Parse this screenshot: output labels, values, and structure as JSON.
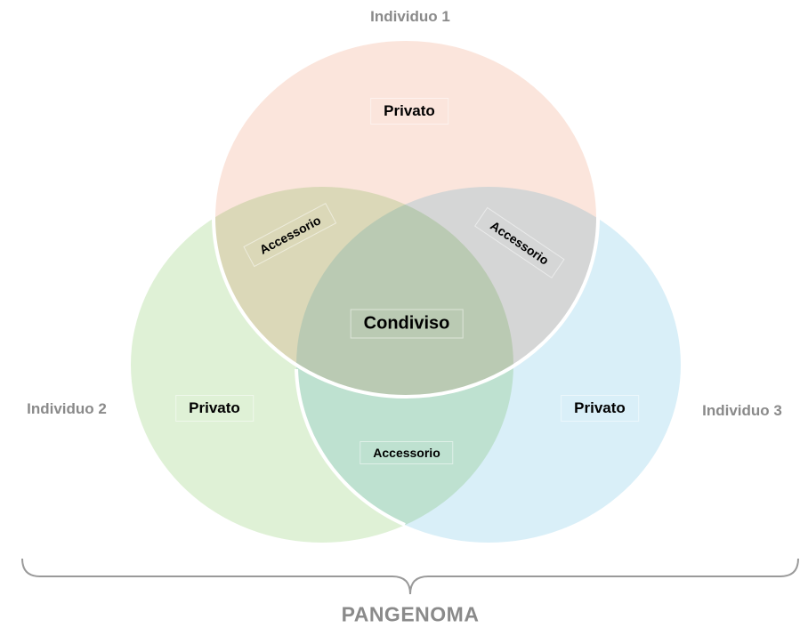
{
  "colors": {
    "individual_1": "#fbe5dc",
    "individual_2": "#dff1d6",
    "individual_3": "#d9eff8",
    "outline": "#ffffff",
    "label_gray": "#8a8a8a"
  },
  "sets": [
    {
      "name": "Individuo 1",
      "private_label": "Privato"
    },
    {
      "name": "Individuo 2",
      "private_label": "Privato"
    },
    {
      "name": "Individuo 3",
      "private_label": "Privato"
    }
  ],
  "intersections": {
    "one_two": "Accessorio",
    "one_three": "Accessorio",
    "two_three": "Accessorio",
    "all": "Condiviso"
  },
  "bracket_label": "PANGENOMA"
}
